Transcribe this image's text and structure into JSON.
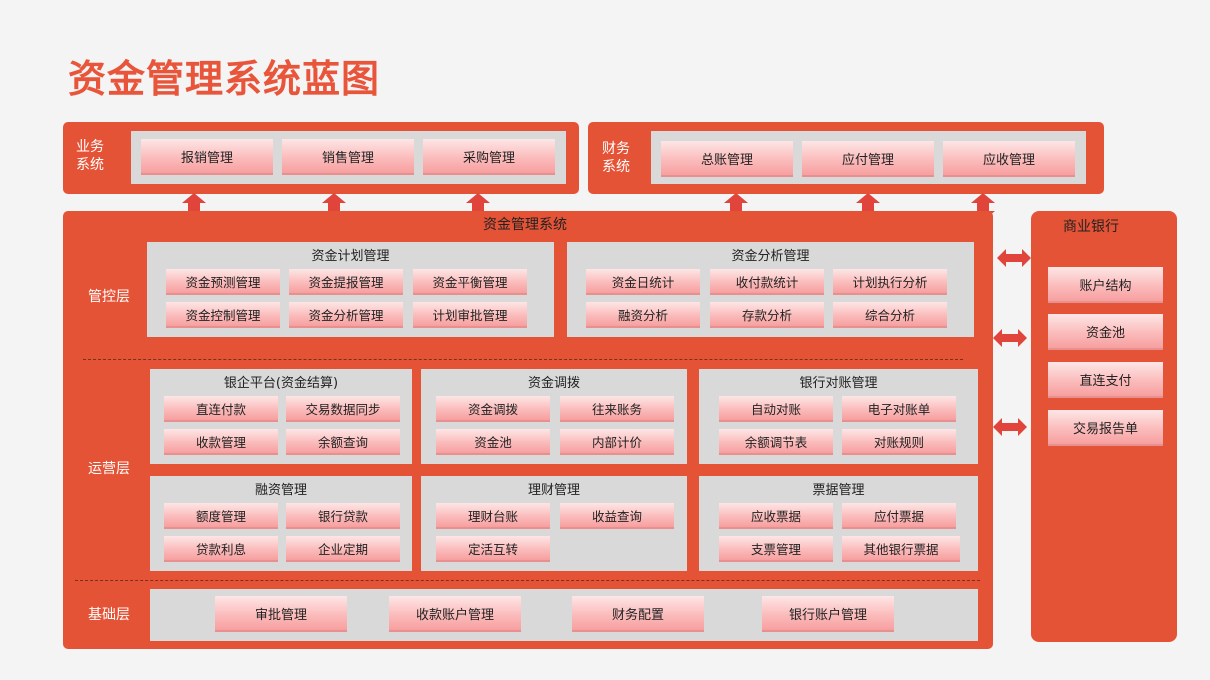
{
  "title": "资金管理系统蓝图",
  "business": {
    "label": "业务\n系统",
    "items": [
      "报销管理",
      "销售管理",
      "采购管理"
    ]
  },
  "finance": {
    "label": "财务\n系统",
    "items": [
      "总账管理",
      "应付管理",
      "应收管理"
    ]
  },
  "main": {
    "title": "资金管理系统",
    "layers": {
      "control": "管控层",
      "operation": "运营层",
      "base": "基础层"
    },
    "plan": {
      "title": "资金计划管理",
      "items": [
        "资金预测管理",
        "资金提报管理",
        "资金平衡管理",
        "资金控制管理",
        "资金分析管理",
        "计划审批管理"
      ]
    },
    "analysis": {
      "title": "资金分析管理",
      "items": [
        "资金日统计",
        "收付款统计",
        "计划执行分析",
        "融资分析",
        "存款分析",
        "综合分析"
      ]
    },
    "settle": {
      "title": "银企平台(资金结算)",
      "items": [
        "直连付款",
        "交易数据同步",
        "收款管理",
        "余额查询"
      ]
    },
    "transfer": {
      "title": "资金调拨",
      "items": [
        "资金调拨",
        "往来账务",
        "资金池",
        "内部计价"
      ]
    },
    "recon": {
      "title": "银行对账管理",
      "items": [
        "自动对账",
        "电子对账单",
        "余额调节表",
        "对账规则"
      ]
    },
    "financing": {
      "title": "融资管理",
      "items": [
        "额度管理",
        "银行贷款",
        "贷款利息",
        "企业定期"
      ]
    },
    "wealth": {
      "title": "理财管理",
      "items": [
        "理财台账",
        "收益查询",
        "定活互转"
      ]
    },
    "bills": {
      "title": "票据管理",
      "items": [
        "应收票据",
        "应付票据",
        "支票管理",
        "其他银行票据"
      ]
    },
    "base": {
      "items": [
        "审批管理",
        "收款账户管理",
        "财务配置",
        "银行账户管理"
      ]
    }
  },
  "bank": {
    "title": "商业银行",
    "items": [
      "账户结构",
      "资金池",
      "直连支付",
      "交易报告单"
    ]
  }
}
